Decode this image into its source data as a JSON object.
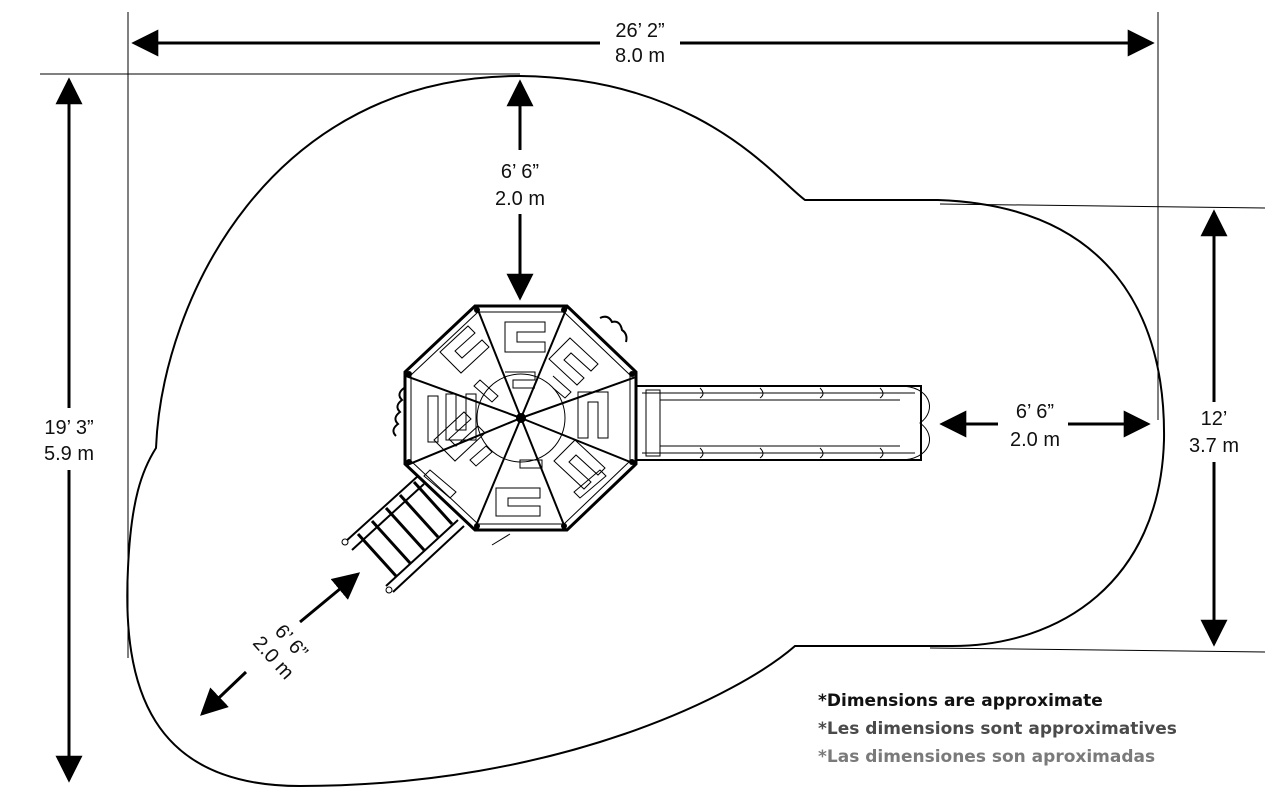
{
  "dimensions": {
    "overall_width": {
      "imperial": "26’ 2”",
      "metric": "8.0 m"
    },
    "overall_depth": {
      "imperial": "19’ 3”",
      "metric": "5.9 m"
    },
    "right_section_depth": {
      "imperial": "12’",
      "metric": "3.7 m"
    },
    "top_clearance": {
      "imperial": "6’ 6”",
      "metric": "2.0 m"
    },
    "slide_clearance": {
      "imperial": "6’ 6”",
      "metric": "2.0 m"
    },
    "ladder_clearance": {
      "imperial": "6’ 6”",
      "metric": "2.0 m"
    }
  },
  "notes": [
    {
      "text": "*Dimensions are approximate",
      "color": "#111111"
    },
    {
      "text": "*Les dimensions sont approximatives",
      "color": "#4a4a4a"
    },
    {
      "text": "*Las dimensiones son aproximadas",
      "color": "#7a7a7a"
    }
  ]
}
